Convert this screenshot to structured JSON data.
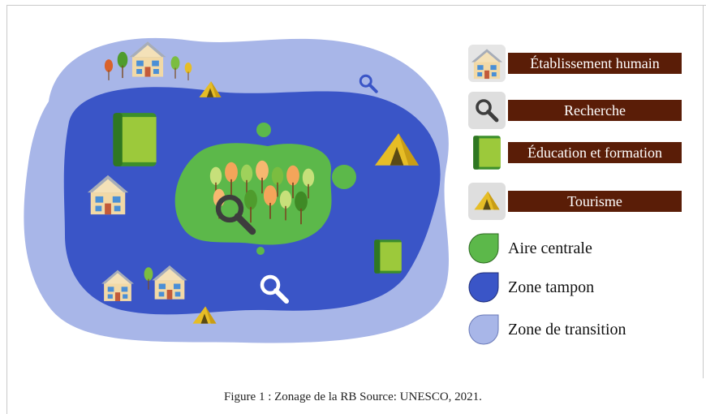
{
  "legend": {
    "items": [
      {
        "label": "Établissement humain",
        "icon": "house-icon"
      },
      {
        "label": "Recherche",
        "icon": "magnifier-icon"
      },
      {
        "label": "Éducation et formation",
        "icon": "book-icon"
      },
      {
        "label": "Tourisme",
        "icon": "tent-icon"
      }
    ],
    "zones": [
      {
        "label": "Aire centrale",
        "color": "#5cb84a"
      },
      {
        "label": "Zone tampon",
        "color": "#3a55c7"
      },
      {
        "label": "Zone de transition",
        "color": "#a8b6e8"
      }
    ]
  },
  "caption": "Figure 1 : Zonage de la RB Source: UNESCO, 2021.",
  "colors": {
    "transition": "#a8b6e8",
    "buffer": "#3a55c7",
    "core": "#5cb84a",
    "legend_bar": "#5a1d07"
  }
}
